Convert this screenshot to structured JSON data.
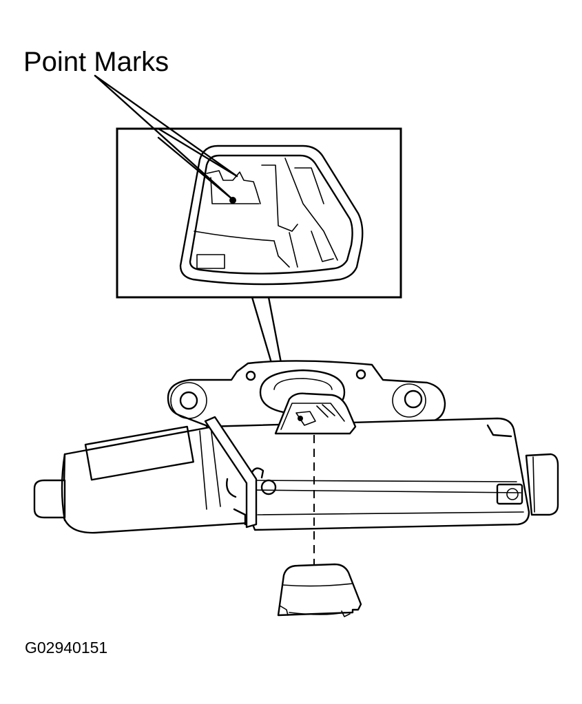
{
  "figure": {
    "callout_label": "Point Marks",
    "figure_code": "G02940151"
  },
  "colors": {
    "ink": "#000000",
    "paper": "#ffffff"
  },
  "parts": [
    "window-regulator-motor",
    "gear-housing",
    "detail-inset",
    "protective-cap",
    "point-marks"
  ]
}
